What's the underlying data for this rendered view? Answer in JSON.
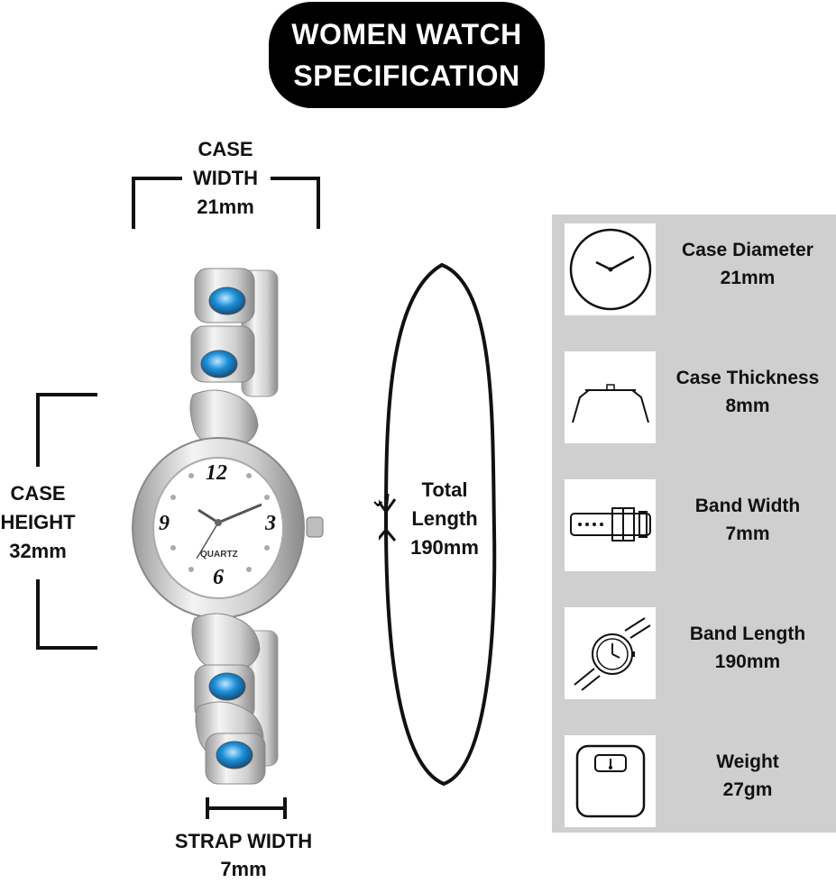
{
  "title": {
    "line1": "WOMEN WATCH",
    "line2": "SPECIFICATION"
  },
  "dimensions": {
    "case_width": {
      "l1": "CASE",
      "l2": "WIDTH",
      "value": "21mm"
    },
    "case_height": {
      "l1": "CASE",
      "l2": "HEIGHT",
      "value": "32mm"
    },
    "total_length": {
      "l1": "Total",
      "l2": "Length",
      "value": "190mm"
    },
    "strap_width": {
      "l1": "STRAP WIDTH",
      "value": "7mm"
    }
  },
  "dial": {
    "n12": "12",
    "n3": "3",
    "n6": "6",
    "n9": "9",
    "brand": "QUARTZ"
  },
  "specs": [
    {
      "icon": "clock-icon",
      "label": "Case Diameter",
      "value": "21mm"
    },
    {
      "icon": "watch-side-icon",
      "label": "Case Thickness",
      "value": "8mm"
    },
    {
      "icon": "strap-buckle-icon",
      "label": "Band Width",
      "value": "7mm"
    },
    {
      "icon": "wristwatch-icon",
      "label": "Band Length",
      "value": "190mm"
    },
    {
      "icon": "scale-icon",
      "label": "Weight",
      "value": "27gm"
    }
  ],
  "colors": {
    "stone": "#1e8fd6",
    "silver": "#d9d9d9",
    "panel": "#cfcfcf"
  }
}
